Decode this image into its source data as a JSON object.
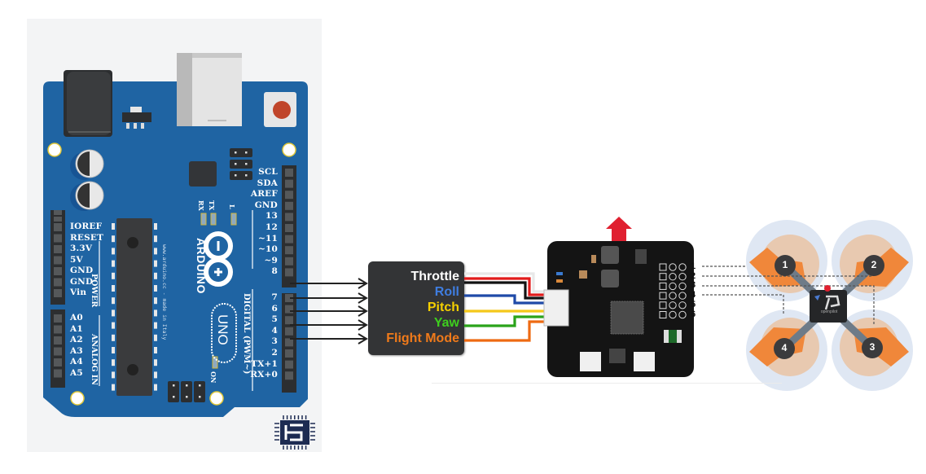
{
  "arduino": {
    "brand": "ARDUINO",
    "model": "UNO",
    "website_text": "www.arduino.cc - made in Italy",
    "led_labels": {
      "tx": "TX",
      "rx": "RX",
      "l": "L",
      "on": "ON"
    },
    "digital_header_label": "DIGITAL (PWM~)",
    "power_header_label": "POWER",
    "analog_header_label": "ANALOG IN",
    "right_pins": [
      "SCL",
      "SDA",
      "AREF",
      "GND",
      "13",
      "12",
      "~11",
      "~10",
      "~9",
      "8",
      "7",
      "6",
      "5",
      "4",
      "3",
      "2",
      "TX+1",
      "RX+0"
    ],
    "power_pins": [
      "IOREF",
      "RESET",
      "3.3V",
      "5V",
      "GND",
      "GND",
      "Vin"
    ],
    "analog_pins": [
      "A0",
      "A1",
      "A2",
      "A3",
      "A4",
      "A5"
    ],
    "board_color": "#1f64a3"
  },
  "connections": {
    "arduino_pins_used": [
      "8",
      "7",
      "6",
      "5",
      "4"
    ]
  },
  "receiver": {
    "channels": [
      {
        "label": "Throttle",
        "color": "#ffffff"
      },
      {
        "label": "Roll",
        "color": "#3f7de0"
      },
      {
        "label": "Pitch",
        "color": "#f5d000"
      },
      {
        "label": "Yaw",
        "color": "#3ecf1e"
      },
      {
        "label": "Flight Mode",
        "color": "#f07a1a"
      }
    ]
  },
  "wires": [
    {
      "name": "white",
      "color": "#e8e8e8"
    },
    {
      "name": "red",
      "color": "#e21b1b"
    },
    {
      "name": "black",
      "color": "#111111"
    },
    {
      "name": "blue",
      "color": "#1f4aa8"
    },
    {
      "name": "yellow",
      "color": "#f4c81a"
    },
    {
      "name": "green",
      "color": "#2aa31a"
    },
    {
      "name": "orange",
      "color": "#ee6a12"
    }
  ],
  "flight_controller": {
    "output_numbers": [
      "1",
      "2",
      "3",
      "4",
      "5",
      "6"
    ],
    "arrow_color": "#e02030"
  },
  "quad": {
    "motors": [
      "1",
      "2",
      "3",
      "4"
    ],
    "logo_text": "openpilot",
    "prop_color": "#f0873a"
  },
  "logo": {
    "name": "chip-logo"
  }
}
